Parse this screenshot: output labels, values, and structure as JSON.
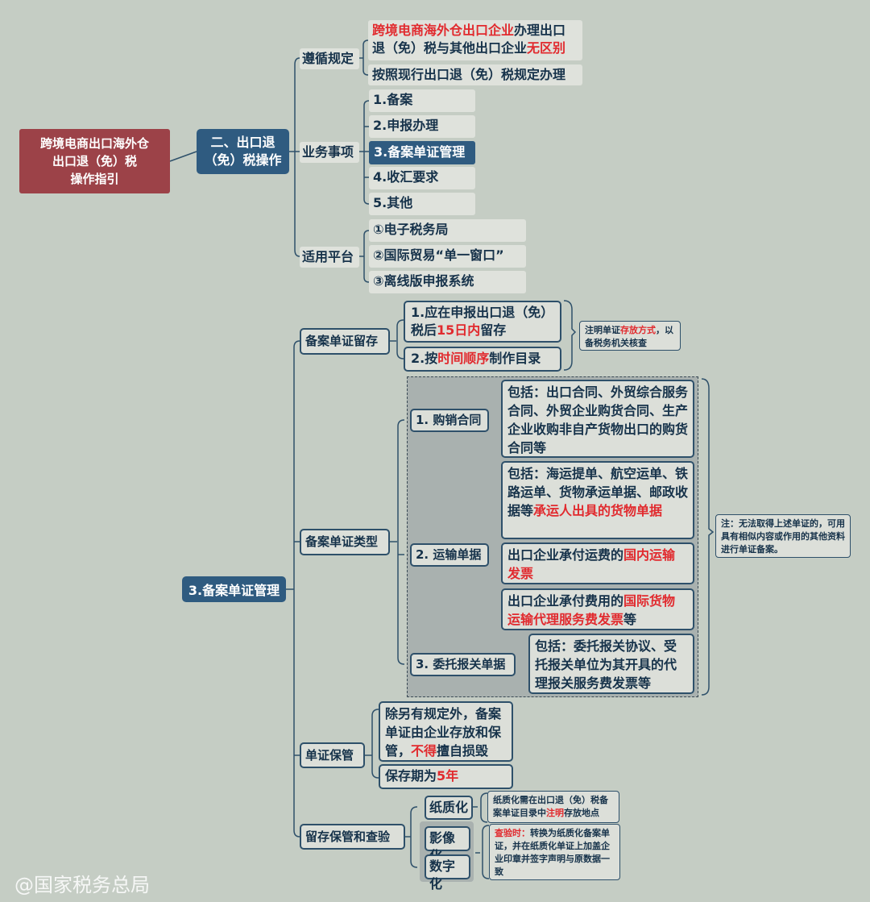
{
  "root": {
    "text": "跨境电商出口海外仓\n出口退（免）税\n操作指引"
  },
  "top": {
    "title": "二、出口退（免）税操作",
    "branches": [
      {
        "label": "遵循规定",
        "items": [
          {
            "r": "跨境电商海外仓出口企业",
            "t": "办理出口退（免）税与其他出口企业",
            "r2": "无区别"
          },
          {
            "t": "按照现行出口退（免）税规定办理"
          }
        ]
      },
      {
        "label": "业务事项",
        "items": [
          "1.备案",
          "2.申报办理",
          "3.备案单证管理",
          "4.收汇要求",
          "5.其他"
        ]
      },
      {
        "label": "适用平台",
        "items": [
          "①电子税务局",
          "②国际贸易“单一窗口”",
          "③离线版申报系统"
        ]
      }
    ]
  },
  "bottom": {
    "title": "3.备案单证管理",
    "retain": {
      "label": "备案单证留存",
      "item1_a": "1.应在申报出口退（免）税后",
      "item1_red": "15日内",
      "item1_b": "留存",
      "item2_a": "2.按",
      "item2_red": "时间顺序",
      "item2_b": "制作目录",
      "note_a": "注明单证",
      "note_red": "存放方式",
      "note_b": "，以备税务机关核查"
    },
    "types": {
      "label": "备案单证类型",
      "purchase": {
        "label": "1. 购销合同",
        "text": "包括：出口合同、外贸综合服务合同、外贸企业购货合同、生产企业收购非自产货物出口的购货合同等"
      },
      "transport": {
        "label": "2. 运输单据",
        "box1_a": "包括：海运提单、航空运单、铁路运单、货物承运单据、邮政收据等",
        "box1_red": "承运人出具的货物单据",
        "box2_a": "出口企业承付运费的",
        "box2_red": "国内运输发票",
        "box3_a": "出口企业承付费用的",
        "box3_red": "国际货物运输代理服务费发票",
        "box3_b": "等"
      },
      "customs": {
        "label": "3. 委托报关单据",
        "text": "包括：委托报关协议、受托报关单位为其开具的代理报关服务费发票等"
      },
      "note": "注：无法取得上述单证的，可用具有相似内容或作用的其他资料进行单证备案。"
    },
    "custody": {
      "label": "单证保管",
      "item1_a": "除另有规定外，备案单证由企业存放和保管，",
      "item1_red": "不得",
      "item1_b": "擅自损毁",
      "item2_a": "保存期为",
      "item2_red": "5年"
    },
    "inspect": {
      "label": "留存保管和查验",
      "paper": "纸质化",
      "paper_note_a": "纸质化需在出口退（免）税备案单证目录中",
      "paper_note_red": "注明",
      "paper_note_b": "存放地点",
      "image": "影像化",
      "digital": "数字化",
      "digital_note_red": "查验时：",
      "digital_note_b": "转换为纸质化备案单证，并在纸质化单证上加盖企业印章并签字声明与原数据一致"
    }
  },
  "watermark": "@国家税务总局"
}
